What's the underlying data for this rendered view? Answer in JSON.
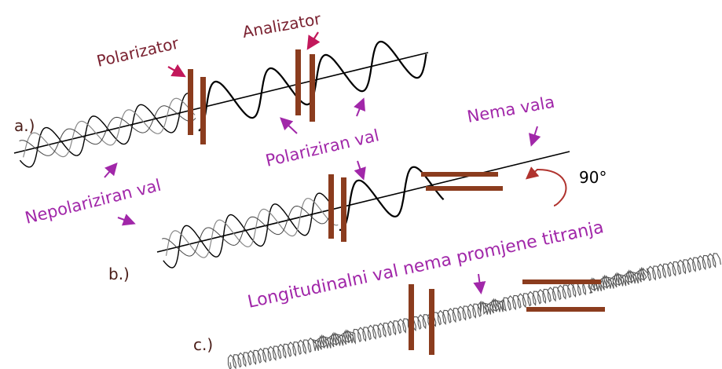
{
  "labels": {
    "part_a": "a.)",
    "part_b": "b.)",
    "part_c": "c.)",
    "polarizator": "Polarizator",
    "analizator": "Analizator",
    "polariziran_val": "Polariziran val",
    "nepolariziran_val": "Nepolariziran val",
    "nema_vala": "Nema vala",
    "angle": "90°",
    "longitudinalni": "Longitudinalni val nema promjene titranja"
  },
  "colors": {
    "filter": "#8b3c1e",
    "arrow_purple": "#a127a9",
    "arrow_pink": "#c2185b",
    "text_purple": "#a127a9",
    "text_maroon": "#7a2130",
    "rotation_arrow": "#b0332e"
  },
  "icons": {
    "arrow": "arrow-icon",
    "rotation": "rotation-arrow-icon",
    "spring": "spring-coil-icon"
  }
}
